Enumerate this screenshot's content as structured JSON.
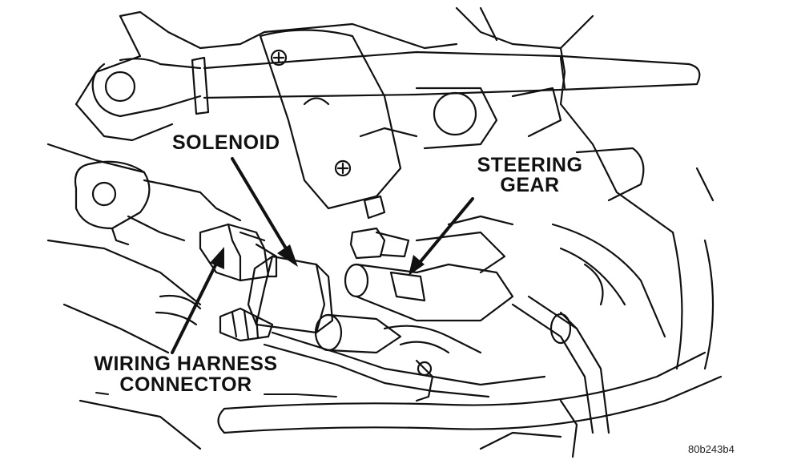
{
  "labels": {
    "solenoid": "SOLENOID",
    "steering_line1": "STEERING",
    "steering_line2": "GEAR",
    "wiring_line1": "WIRING HARNESS",
    "wiring_line2": "CONNECTOR"
  },
  "figure_code": "80b243b4",
  "colors": {
    "ink": "#111111",
    "background": "#ffffff"
  }
}
